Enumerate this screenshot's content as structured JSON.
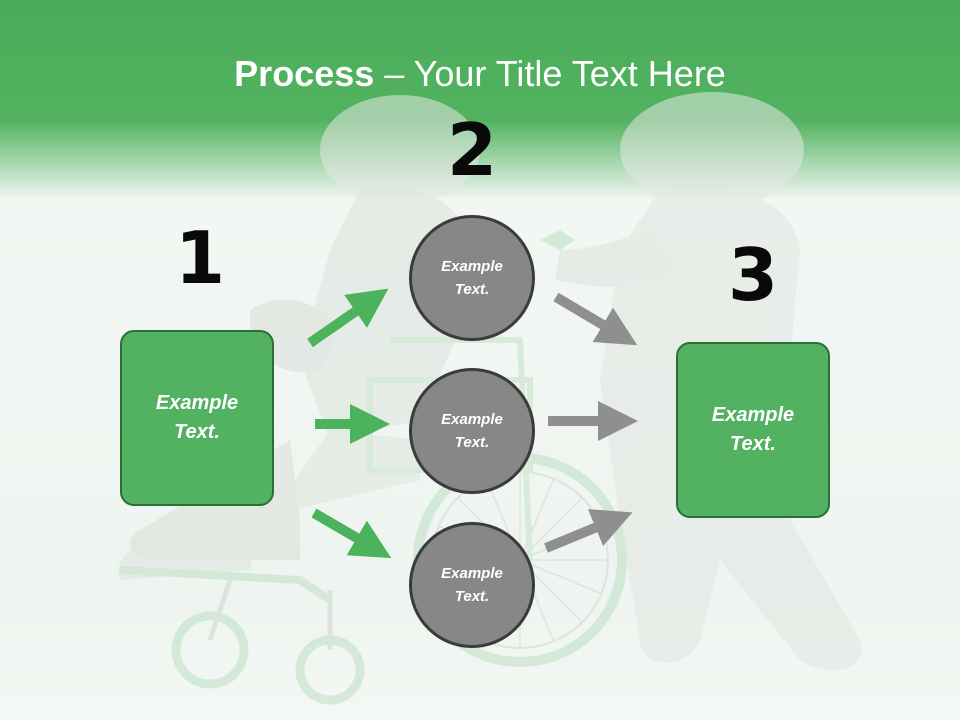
{
  "title": {
    "bold": "Process",
    "rest": " – Your Title Text Here"
  },
  "steps": {
    "one": "1",
    "two": "2",
    "three": "3"
  },
  "left_box": {
    "text": "Example Text."
  },
  "right_box": {
    "text": "Example Text."
  },
  "circles": [
    {
      "text": "Example Text."
    },
    {
      "text": "Example Text."
    },
    {
      "text": "Example Text."
    }
  ],
  "colors": {
    "header_green": "#4caf5a",
    "box_green": "#53b262",
    "box_border": "#2c6e37",
    "arrow_green": "#4cb25c",
    "arrow_gray": "#8f8f8f",
    "circle_gray": "#878787"
  }
}
